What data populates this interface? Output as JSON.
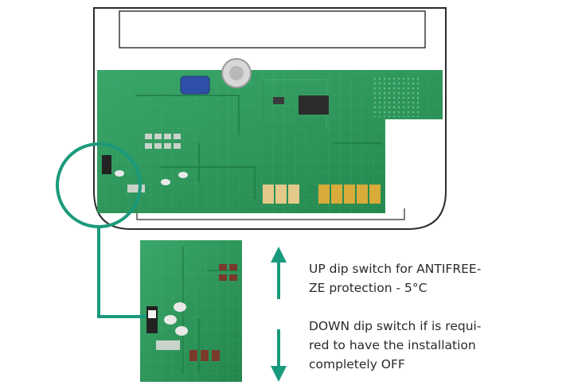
{
  "instructions": {
    "up": {
      "direction": "up",
      "text": "UP dip switch for ANTIFREE-\nZE protection - 5°C"
    },
    "down": {
      "direction": "down",
      "text": "DOWN dip switch if is requi-\nred to have the installation\ncompletely OFF"
    }
  },
  "colors": {
    "accent": "#1a9a7c",
    "pcb_green": "#2f9a5c",
    "enclosure_outline": "#2b2b2b",
    "text": "#2a2a2a"
  },
  "icons": {
    "up": "arrow-up-icon",
    "down": "arrow-down-icon"
  }
}
